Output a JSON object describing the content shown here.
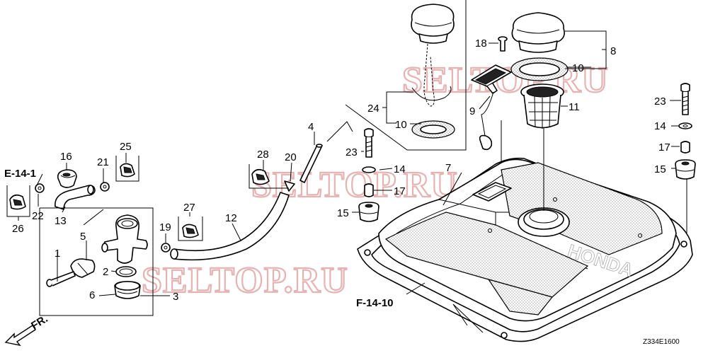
{
  "callouts": {
    "c1": "1",
    "c2": "2",
    "c3": "3",
    "c4": "4",
    "c5": "5",
    "c6": "6",
    "c7": "7",
    "c8": "8",
    "c9": "9",
    "c10a": "10",
    "c10b": "10",
    "c11": "11",
    "c12": "12",
    "c13": "13",
    "c14a": "14",
    "c14b": "14",
    "c15a": "15",
    "c15b": "15",
    "c16": "16",
    "c17a": "17",
    "c17b": "17",
    "c18": "18",
    "c19": "19",
    "c20": "20",
    "c21": "21",
    "c22": "22",
    "c23a": "23",
    "c23b": "23",
    "c24": "24",
    "c25": "25",
    "c26": "26",
    "c27": "27",
    "c28": "28"
  },
  "refs": {
    "e14": "E-14-1",
    "f14": "F-14-10",
    "front": "FR."
  },
  "watermark": {
    "w1": "SELTOP.RU",
    "w2": "SELTOP.RU",
    "w3": "SELTOP.RU"
  },
  "tank_brand": "HONDA",
  "diagram_code": "Z334E1600"
}
